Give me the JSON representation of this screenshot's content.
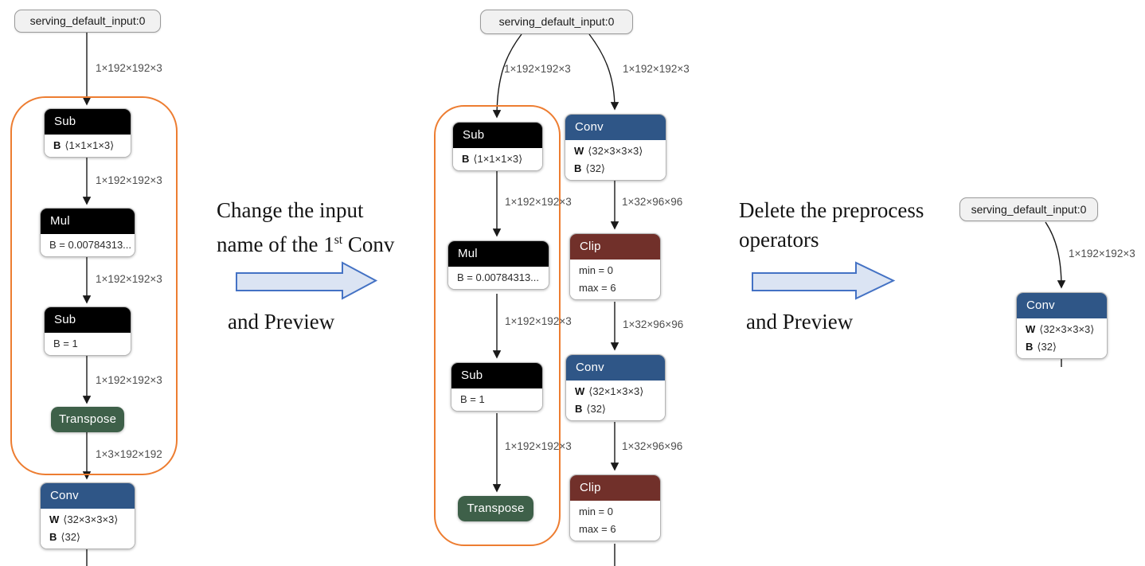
{
  "colors": {
    "node_black": "#000000",
    "node_blue": "#2f5687",
    "node_maroon": "#71302a",
    "node_green": "#3e6049",
    "highlight_orange": "#ed7d31",
    "block_arrow_fill": "#dbe4f3",
    "block_arrow_stroke": "#4472c4",
    "edge_color": "#1a1a1a",
    "input_fill": "#f1f1f1",
    "input_border": "#9a9a9a"
  },
  "annotations": {
    "first": {
      "line1": "Change the input",
      "line2_pre": "name of the 1",
      "line2_sup": "st",
      "line2_post": " Conv",
      "line3": "and Preview"
    },
    "second": {
      "line1": "Delete the preprocess",
      "line2": "operators",
      "line3": "and Preview"
    }
  },
  "graphs": {
    "left": {
      "input_label": "serving_default_input:0",
      "edge_labels": [
        "1×192×192×3",
        "1×192×192×3",
        "1×192×192×3",
        "1×192×192×3",
        "1×3×192×192"
      ],
      "nodes": {
        "sub1": {
          "title": "Sub",
          "lines": [
            {
              "b": "B",
              "t": "⟨1×1×1×3⟩"
            }
          ]
        },
        "mul": {
          "title": "Mul",
          "lines": [
            {
              "b": "",
              "t": "B = 0.00784313..."
            }
          ]
        },
        "sub2": {
          "title": "Sub",
          "lines": [
            {
              "b": "",
              "t": "B = 1"
            }
          ]
        },
        "transpose": {
          "title": "Transpose"
        },
        "conv": {
          "title": "Conv",
          "lines": [
            {
              "b": "W",
              "t": "⟨32×3×3×3⟩"
            },
            {
              "b": "B",
              "t": "⟨32⟩"
            }
          ]
        }
      }
    },
    "middle": {
      "input_label": "serving_default_input:0",
      "left_edge_labels": [
        "1×192×192×3",
        "1×192×192×3",
        "1×192×192×3",
        "1×192×192×3"
      ],
      "right_edge_labels": [
        "1×192×192×3",
        "1×32×96×96",
        "1×32×96×96",
        "1×32×96×96"
      ],
      "nodes": {
        "sub1": {
          "title": "Sub",
          "lines": [
            {
              "b": "B",
              "t": "⟨1×1×1×3⟩"
            }
          ]
        },
        "mul": {
          "title": "Mul",
          "lines": [
            {
              "b": "",
              "t": "B = 0.00784313..."
            }
          ]
        },
        "sub2": {
          "title": "Sub",
          "lines": [
            {
              "b": "",
              "t": "B = 1"
            }
          ]
        },
        "transpose": {
          "title": "Transpose"
        },
        "conv1": {
          "title": "Conv",
          "lines": [
            {
              "b": "W",
              "t": "⟨32×3×3×3⟩"
            },
            {
              "b": "B",
              "t": "⟨32⟩"
            }
          ]
        },
        "clip1": {
          "title": "Clip",
          "lines": [
            {
              "b": "",
              "t": "min = 0"
            },
            {
              "b": "",
              "t": "max = 6"
            }
          ]
        },
        "conv2": {
          "title": "Conv",
          "lines": [
            {
              "b": "W",
              "t": "⟨32×1×3×3⟩"
            },
            {
              "b": "B",
              "t": "⟨32⟩"
            }
          ]
        },
        "clip2": {
          "title": "Clip",
          "lines": [
            {
              "b": "",
              "t": "min = 0"
            },
            {
              "b": "",
              "t": "max = 6"
            }
          ]
        }
      }
    },
    "right": {
      "input_label": "serving_default_input:0",
      "edge_labels": [
        "1×192×192×3"
      ],
      "nodes": {
        "conv": {
          "title": "Conv",
          "lines": [
            {
              "b": "W",
              "t": "⟨32×3×3×3⟩"
            },
            {
              "b": "B",
              "t": "⟨32⟩"
            }
          ]
        }
      }
    }
  }
}
